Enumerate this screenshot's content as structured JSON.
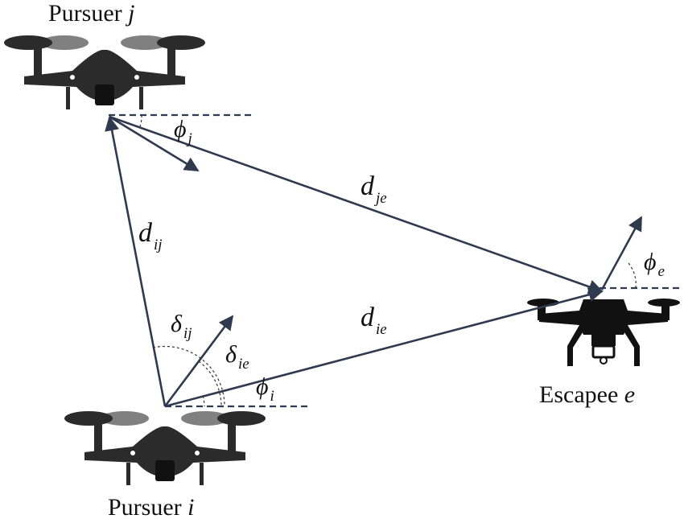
{
  "labels": {
    "pursuer_j": {
      "text": "Pursuer ",
      "var": "j"
    },
    "pursuer_i": {
      "text": "Pursuer ",
      "var": "i"
    },
    "escapee": {
      "text": "Escapee ",
      "var": "e"
    },
    "d_ij": {
      "base": "d",
      "sub": "ij"
    },
    "d_je": {
      "base": "d",
      "sub": "je"
    },
    "d_ie": {
      "base": "d",
      "sub": "ie"
    },
    "phi_j": {
      "base": "ϕ",
      "sub": "j"
    },
    "phi_i": {
      "base": "ϕ",
      "sub": "i"
    },
    "phi_e": {
      "base": "ϕ",
      "sub": "e"
    },
    "delta_ij": {
      "base": "δ",
      "sub": "ij"
    },
    "delta_ie": {
      "base": "δ",
      "sub": "ie"
    }
  },
  "colors": {
    "vector": "#2f3a4f",
    "drone": "#2b2b2b"
  },
  "icons": [
    "pursuer-drone-icon",
    "escapee-drone-icon"
  ]
}
